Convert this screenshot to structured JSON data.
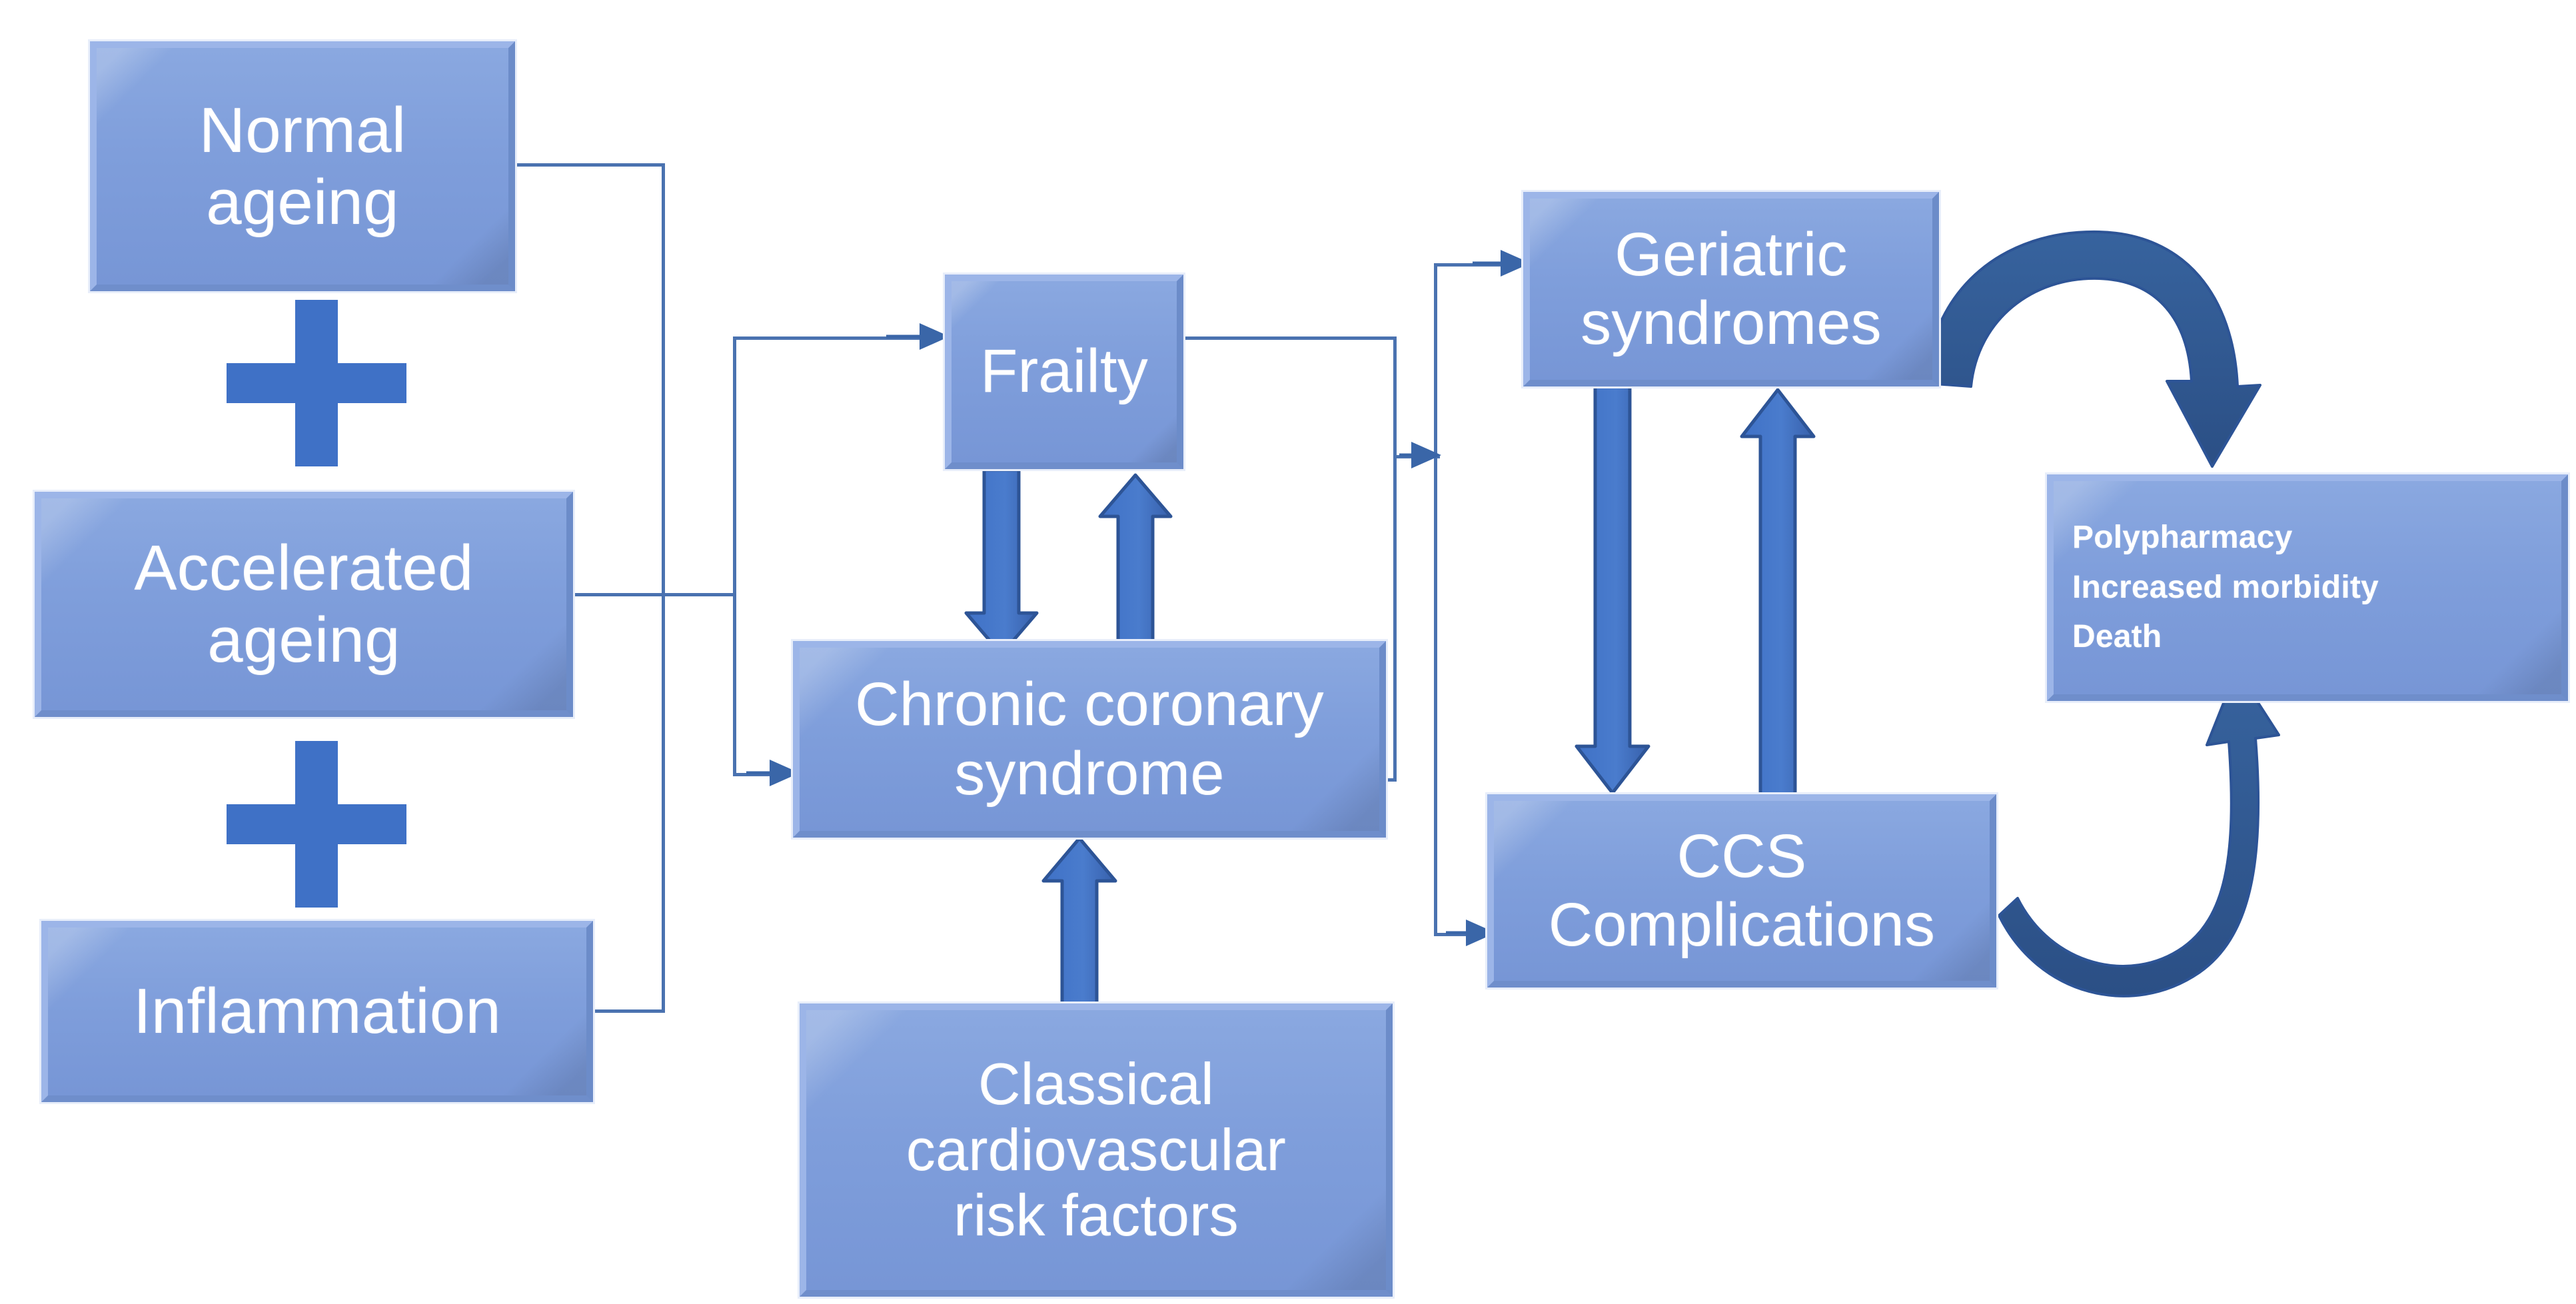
{
  "diagram": {
    "title": "Ageing, frailty and chronic coronary syndrome pathway",
    "palette": {
      "box_fill_light": "#8aa8e0",
      "box_fill_dark": "#7796d6",
      "box_highlight": "#9cb5e8",
      "box_shadow": "#6c8cc9",
      "thin_line": "#4a72b0",
      "block_arrow": "#3f71c6",
      "curved_arrow": "#2d5496",
      "text": "#ffffff",
      "background": "#ffffff"
    },
    "nodes": [
      {
        "id": "normal-ageing",
        "label": "Normal\nageing",
        "lines": [
          "Normal",
          "ageing"
        ]
      },
      {
        "id": "accelerated-ageing",
        "label": "Accelerated\nageing",
        "lines": [
          "Accelerated",
          "ageing"
        ]
      },
      {
        "id": "inflammation",
        "label": "Inflammation",
        "lines": [
          "Inflammation"
        ]
      },
      {
        "id": "frailty",
        "label": "Frailty",
        "lines": [
          "Frailty"
        ]
      },
      {
        "id": "chronic-coronary-syndrome",
        "label": "Chronic coronary\nsyndrome",
        "lines": [
          "Chronic coronary",
          "syndrome"
        ]
      },
      {
        "id": "classical-cv-risk-factors",
        "label": "Classical\ncardiovascular\nrisk factors",
        "lines": [
          "Classical",
          "cardiovascular",
          "risk factors"
        ]
      },
      {
        "id": "geriatric-syndromes",
        "label": "Geriatric\nsyndromes",
        "lines": [
          "Geriatric",
          "syndromes"
        ]
      },
      {
        "id": "ccs-complications",
        "label": "CCS\nComplications",
        "lines": [
          "CCS",
          "Complications"
        ]
      },
      {
        "id": "outcomes",
        "label": "Polypharmacy\nIncreased morbidity\nDeath",
        "lines": [
          "Polypharmacy",
          "Increased morbidity",
          "Death"
        ]
      }
    ],
    "labels": {
      "normal_ageing_l1": "Normal",
      "normal_ageing_l2": "ageing",
      "accelerated_ageing_l1": "Accelerated",
      "accelerated_ageing_l2": "ageing",
      "inflammation": "Inflammation",
      "frailty": "Frailty",
      "ccs_l1": "Chronic coronary",
      "ccs_l2": "syndrome",
      "risk_l1": "Classical",
      "risk_l2": "cardiovascular",
      "risk_l3": "risk factors",
      "geriatric_l1": "Geriatric",
      "geriatric_l2": "syndromes",
      "complications_l1": "CCS",
      "complications_l2": "Complications",
      "outcome_l1": "Polypharmacy",
      "outcome_l2": "Increased morbidity",
      "outcome_l3": "Death"
    },
    "operators": [
      {
        "id": "plus-1",
        "symbol": "+",
        "between": [
          "normal-ageing",
          "accelerated-ageing"
        ]
      },
      {
        "id": "plus-2",
        "symbol": "+",
        "between": [
          "accelerated-ageing",
          "inflammation"
        ]
      }
    ],
    "edges": [
      {
        "from": "normal-ageing",
        "to": "frailty",
        "style": "thin-elbow",
        "arrow": true
      },
      {
        "from": "accelerated-ageing",
        "to": "frailty",
        "style": "thin-elbow",
        "arrow": true
      },
      {
        "from": "inflammation",
        "to": "frailty",
        "style": "thin-elbow",
        "arrow": true
      },
      {
        "from": "normal-ageing",
        "to": "chronic-coronary-syndrome",
        "style": "thin-elbow",
        "arrow": true
      },
      {
        "from": "accelerated-ageing",
        "to": "chronic-coronary-syndrome",
        "style": "thin-elbow",
        "arrow": true
      },
      {
        "from": "inflammation",
        "to": "chronic-coronary-syndrome",
        "style": "thin-elbow",
        "arrow": true
      },
      {
        "from": "frailty",
        "to": "chronic-coronary-syndrome",
        "style": "block-arrow",
        "direction": "down"
      },
      {
        "from": "chronic-coronary-syndrome",
        "to": "frailty",
        "style": "block-arrow",
        "direction": "up"
      },
      {
        "from": "classical-cv-risk-factors",
        "to": "chronic-coronary-syndrome",
        "style": "block-arrow",
        "direction": "up"
      },
      {
        "from": "frailty",
        "to": "geriatric-syndromes",
        "style": "thin-elbow",
        "arrow": true
      },
      {
        "from": "chronic-coronary-syndrome",
        "to": "geriatric-syndromes",
        "style": "thin-elbow",
        "arrow": true
      },
      {
        "from": "frailty",
        "to": "ccs-complications",
        "style": "thin-elbow",
        "arrow": true
      },
      {
        "from": "chronic-coronary-syndrome",
        "to": "ccs-complications",
        "style": "thin-elbow",
        "arrow": true
      },
      {
        "from": "geriatric-syndromes",
        "to": "ccs-complications",
        "style": "block-arrow",
        "direction": "down"
      },
      {
        "from": "ccs-complications",
        "to": "geriatric-syndromes",
        "style": "block-arrow",
        "direction": "up"
      },
      {
        "from": "geriatric-syndromes",
        "to": "outcomes",
        "style": "curved-arrow",
        "direction": "clockwise"
      },
      {
        "from": "ccs-complications",
        "to": "outcomes",
        "style": "curved-arrow",
        "direction": "counter-clockwise"
      }
    ]
  }
}
